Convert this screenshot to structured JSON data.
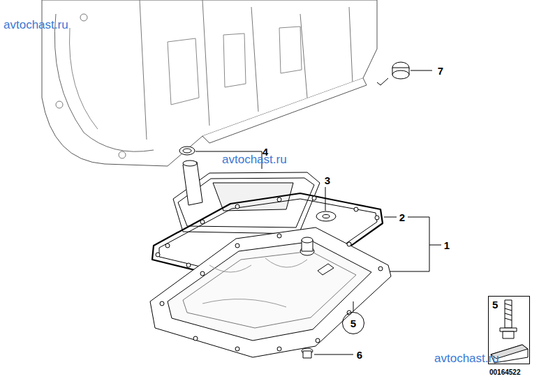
{
  "diagram": {
    "nodes": [
      {
        "text": [
          "5"
        ]
      },
      {
        "text": [
          "5"
        ]
      }
    ],
    "labels": [
      "avtochast.ru",
      "7",
      "4",
      "avtochast.ru",
      "3",
      "2",
      "1",
      "6",
      "avtochast.ru",
      "00164522"
    ]
  }
}
